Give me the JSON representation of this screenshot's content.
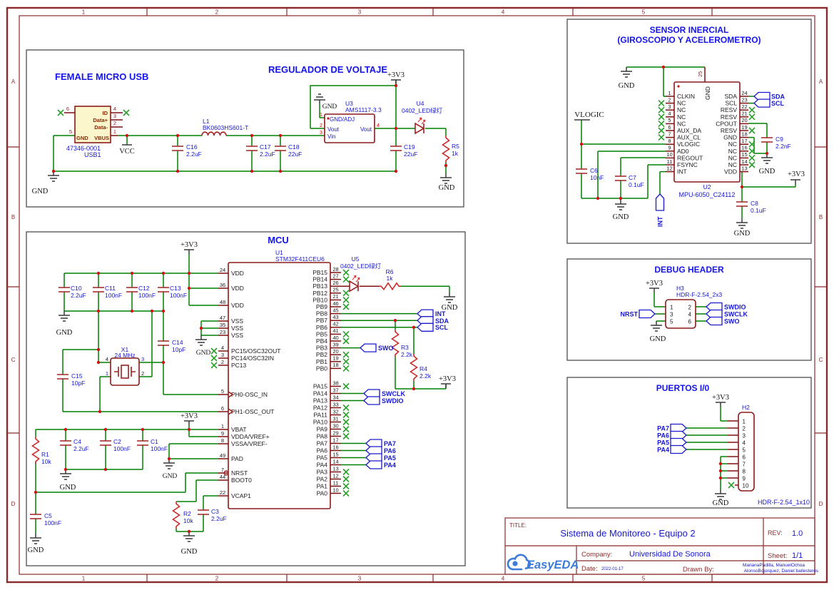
{
  "colors": {
    "wire_green": "#008000",
    "symbol_red": "#a02020",
    "frame_maroon": "#8c2b2b",
    "label_blue": "#1717cf",
    "title_blue": "#1414ee",
    "junction_red": "#cf1212",
    "no_connect_green": "#2ca02c",
    "logo_blue": "#3d7cd8",
    "usb_fill_yellow": "#fcf6cc"
  },
  "frame": {
    "columns": [
      "1",
      "2",
      "3",
      "4",
      "5"
    ],
    "rows": [
      "A",
      "B",
      "C",
      "D"
    ]
  },
  "sections": {
    "usb": {
      "title": "FEMALE MICRO USB"
    },
    "reg": {
      "title": "REGULADOR DE VOLTAJE"
    },
    "mcu": {
      "title": "MCU"
    },
    "sensor": {
      "title_line1": "SENSOR INERCIAL",
      "title_line2": "(GIROSCOPIO Y ACELEROMETRO)"
    },
    "debug": {
      "title": "DEBUG HEADER"
    },
    "ports": {
      "title": "PUERTOS I/0"
    }
  },
  "power": {
    "gnd": "GND",
    "vcc": "VCC",
    "v33": "+3V3",
    "vlogic": "VLOGIC"
  },
  "parts": {
    "usb1": {
      "ref": "USB1",
      "value": "47346-0001"
    },
    "l1": {
      "ref": "L1",
      "value": "BK0603HS601-T"
    },
    "c16": {
      "ref": "C16",
      "value": "2.2uF"
    },
    "c17": {
      "ref": "C17",
      "value": "2.2uF"
    },
    "c18": {
      "ref": "C18",
      "value": "22uF"
    },
    "c19": {
      "ref": "C19",
      "value": "22uF"
    },
    "u3": {
      "ref": "U3",
      "value": "AMS1117-3.3"
    },
    "u4": {
      "ref": "U4",
      "value": "0402_LED绿灯"
    },
    "r5": {
      "ref": "R5",
      "value": "1k"
    },
    "u1": {
      "ref": "U1",
      "value": "STM32F411CEU6"
    },
    "u5": {
      "ref": "U5",
      "value": "0402_LED绿灯"
    },
    "r6": {
      "ref": "R6",
      "value": "1k"
    },
    "x1": {
      "ref": "X1",
      "value": "24 MHz"
    },
    "c10": {
      "ref": "C10",
      "value": "2.2uF"
    },
    "c11": {
      "ref": "C11",
      "value": "100nF"
    },
    "c12": {
      "ref": "C12",
      "value": "100nF"
    },
    "c13": {
      "ref": "C13",
      "value": "100nF"
    },
    "c14": {
      "ref": "C14",
      "value": "10pF"
    },
    "c15": {
      "ref": "C15",
      "value": "10pF"
    },
    "c4": {
      "ref": "C4",
      "value": "2.2uF"
    },
    "c2": {
      "ref": "C2",
      "value": "100nF"
    },
    "c1": {
      "ref": "C1",
      "value": "100nF"
    },
    "c5": {
      "ref": "C5",
      "value": "100nF"
    },
    "c3": {
      "ref": "C3",
      "value": "2.2uF"
    },
    "r1": {
      "ref": "R1",
      "value": "10k"
    },
    "r2": {
      "ref": "R2",
      "value": "10k"
    },
    "r3": {
      "ref": "R3",
      "value": "2.2k"
    },
    "r4": {
      "ref": "R4",
      "value": "2.2k"
    },
    "u2": {
      "ref": "U2",
      "value": "MPU-6050_C24112"
    },
    "c6": {
      "ref": "C6",
      "value": "10nF"
    },
    "c7": {
      "ref": "C7",
      "value": "0.1uF"
    },
    "c9": {
      "ref": "C9",
      "value": "2.2nF"
    },
    "c8": {
      "ref": "C8",
      "value": "0.1uF"
    },
    "h3": {
      "ref": "H3",
      "value": "HDR-F-2.54_2x3"
    },
    "h2": {
      "ref": "H2",
      "value": "HDR-F-2.54_1x10"
    }
  },
  "usb_conn": {
    "labels": {
      "id": "ID",
      "dplus": "Data+",
      "dminus": "Data-",
      "gnd": "GND",
      "vbus": "VBUS"
    },
    "pins": {
      "p6": "6",
      "p5": "5",
      "p4": "4",
      "p3": "3",
      "p2": "2",
      "p1": "1"
    }
  },
  "u3_pins": {
    "p1": "1",
    "p2": "2",
    "p3": "3",
    "p4": "4",
    "gnd_adj": "GND/ADJ",
    "vout_l": "Vout",
    "vin": "Vin",
    "vout_r": "Vout"
  },
  "x1_pins": {
    "p1": "1",
    "p2": "2",
    "p3": "3",
    "p4": "4"
  },
  "mcu_left_pins": [
    {
      "n": "24",
      "name": "VDD",
      "c": "r",
      "t": "r"
    },
    {
      "n": "36",
      "name": "VDD",
      "c": "r",
      "t": "r"
    },
    {
      "n": "48",
      "name": "VDD",
      "c": "r",
      "t": "r"
    },
    {
      "n": "47",
      "name": "VSS",
      "c": "k",
      "t": "k"
    },
    {
      "n": "35",
      "name": "VSS",
      "c": "k",
      "t": "k"
    },
    {
      "n": "23",
      "name": "VSS",
      "c": "k",
      "t": "k"
    },
    {
      "n": "4",
      "name": "PC15/OSC32OUT",
      "c": "b",
      "nc": 1
    },
    {
      "n": "3",
      "name": "PC14/OSC32IN",
      "c": "b",
      "nc": 1
    },
    {
      "n": "2",
      "name": "PC13",
      "c": "b",
      "nc": 1
    },
    {
      "n": "5",
      "name": "PH0-OSC_IN",
      "c": "b"
    },
    {
      "n": "6",
      "name": "PH1-OSC_OUT",
      "c": "b"
    },
    {
      "n": "1",
      "name": "VBAT",
      "c": "b"
    },
    {
      "n": "9",
      "name": "VDDA/VREF+",
      "c": "r",
      "t": "r"
    },
    {
      "n": "8",
      "name": "VSSA/VREF-",
      "c": "k",
      "t": "k"
    },
    {
      "n": "49",
      "name": "PAD",
      "c": "b"
    },
    {
      "n": "7",
      "name": "NRST",
      "c": "b"
    },
    {
      "n": "44",
      "name": "BOOT0",
      "c": "b"
    },
    {
      "n": "22",
      "name": "VCAP1",
      "c": "b"
    }
  ],
  "mcu_right_pins": [
    {
      "n": "28",
      "name": "PB15",
      "nc": 1
    },
    {
      "n": "27",
      "name": "PB14",
      "nc": 1
    },
    {
      "n": "26",
      "name": "PB13"
    },
    {
      "n": "25",
      "name": "PB12",
      "nc": 1
    },
    {
      "n": "21",
      "name": "PB10",
      "nc": 1
    },
    {
      "n": "46",
      "name": "PB9",
      "nc": 1
    },
    {
      "n": "45",
      "name": "PB8"
    },
    {
      "n": "43",
      "name": "PB7"
    },
    {
      "n": "42",
      "name": "PB6"
    },
    {
      "n": "41",
      "name": "PB5",
      "nc": 1
    },
    {
      "n": "40",
      "name": "PB4",
      "nc": 1
    },
    {
      "n": "39",
      "name": "PB3"
    },
    {
      "n": "20",
      "name": "PB2",
      "nc": 1
    },
    {
      "n": "19",
      "name": "PB1",
      "nc": 1
    },
    {
      "n": "18",
      "name": "PB0",
      "nc": 1
    },
    {
      "n": "38",
      "name": "PA15",
      "nc": 1
    },
    {
      "n": "37",
      "name": "PA14"
    },
    {
      "n": "34",
      "name": "PA13"
    },
    {
      "n": "33",
      "name": "PA12",
      "nc": 1
    },
    {
      "n": "32",
      "name": "PA11",
      "nc": 1
    },
    {
      "n": "31",
      "name": "PA10",
      "nc": 1
    },
    {
      "n": "30",
      "name": "PA9",
      "nc": 1
    },
    {
      "n": "29",
      "name": "PA8",
      "nc": 1
    },
    {
      "n": "17",
      "name": "PA7"
    },
    {
      "n": "16",
      "name": "PA6"
    },
    {
      "n": "15",
      "name": "PA5"
    },
    {
      "n": "14",
      "name": "PA4"
    },
    {
      "n": "13",
      "name": "PA3",
      "nc": 1
    },
    {
      "n": "12",
      "name": "PA2",
      "nc": 1
    },
    {
      "n": "11",
      "name": "PA1",
      "nc": 1
    },
    {
      "n": "10",
      "name": "PA0",
      "nc": 1
    }
  ],
  "mpu_left_pins": [
    {
      "n": "1",
      "name": "CLKIN"
    },
    {
      "n": "2",
      "name": "NC",
      "nc": 1
    },
    {
      "n": "3",
      "name": "NC",
      "nc": 1
    },
    {
      "n": "4",
      "name": "NC",
      "nc": 1
    },
    {
      "n": "5",
      "name": "NC",
      "nc": 1
    },
    {
      "n": "6",
      "name": "AUX_DA",
      "nc": 1
    },
    {
      "n": "7",
      "name": "AUX_CL",
      "nc": 1
    },
    {
      "n": "8",
      "name": "VLOGIC"
    },
    {
      "n": "9",
      "name": "AD0"
    },
    {
      "n": "10",
      "name": "REGOUT"
    },
    {
      "n": "11",
      "name": "FSYNC"
    },
    {
      "n": "12",
      "name": "INT"
    }
  ],
  "mpu_right_pins": [
    {
      "n": "24",
      "name": "SDA"
    },
    {
      "n": "23",
      "name": "SCL"
    },
    {
      "n": "22",
      "name": "RESV",
      "nc": 1
    },
    {
      "n": "21",
      "name": "RESV",
      "nc": 1
    },
    {
      "n": "20",
      "name": "CPOUT"
    },
    {
      "n": "19",
      "name": "RESV",
      "nc": 1
    },
    {
      "n": "18",
      "name": "GND",
      "c": "k",
      "t": "k"
    },
    {
      "n": "17",
      "name": "NC",
      "nc": 1
    },
    {
      "n": "16",
      "name": "NC",
      "nc": 1
    },
    {
      "n": "15",
      "name": "NC",
      "nc": 1
    },
    {
      "n": "14",
      "name": "NC",
      "nc": 1
    },
    {
      "n": "13",
      "name": "VDD",
      "c": "r",
      "t": "r"
    }
  ],
  "mpu_top_pin": {
    "n": "25",
    "name": "GND"
  },
  "h3_pins": {
    "left": [
      "1",
      "3",
      "5"
    ],
    "right": [
      "2",
      "4",
      "6"
    ]
  },
  "h2_pins": [
    "1",
    "2",
    "3",
    "4",
    "5",
    "6",
    "7",
    "8",
    "9",
    "10"
  ],
  "nets": {
    "int": "INT",
    "sda": "SDA",
    "scl": "SCL",
    "swo": "SWO",
    "swclk": "SWCLK",
    "swdio": "SWDIO",
    "nrst": "NRST",
    "pa7": "PA7",
    "pa6": "PA6",
    "pa5": "PA5",
    "pa4": "PA4"
  },
  "title_block": {
    "title_label": "TITLE:",
    "title": "Sistema de Monitoreo - Equipo 2",
    "rev_label": "REV:",
    "rev": "1.0",
    "company_label": "Company:",
    "company": "Universidad De Sonora",
    "sheet_label": "Sheet:",
    "sheet": "1/1",
    "date_label": "Date:",
    "date": "2022-01-17",
    "drawn_by_label": "Drawn By:",
    "drawn_by_line1": "MarianaPadilla, ManuelOchoa",
    "drawn_by_line2": "AlonsoBojorquez, Daniel ballesteros",
    "logo_text": "EasyEDA"
  }
}
